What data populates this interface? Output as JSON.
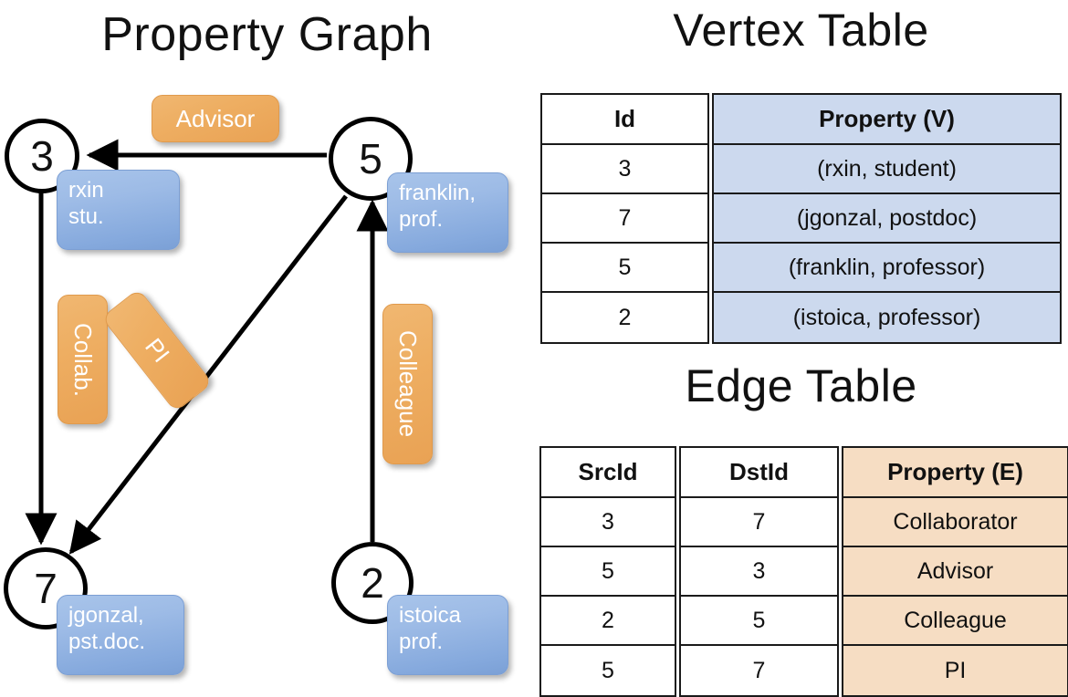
{
  "titles": {
    "property_graph": "Property Graph",
    "vertex_table": "Vertex Table",
    "edge_table": "Edge Table"
  },
  "graph": {
    "nodes": [
      {
        "id": "3",
        "property_label": "rxin\nstu."
      },
      {
        "id": "5",
        "property_label": "franklin,\nprof."
      },
      {
        "id": "7",
        "property_label": "jgonzal,\npst.doc."
      },
      {
        "id": "2",
        "property_label": "istoica\nprof."
      }
    ],
    "node_labels": {
      "n3": "3",
      "n5": "5",
      "n7": "7",
      "n2": "2"
    },
    "property_boxes": {
      "rxin_line1": "rxin",
      "rxin_line2": "stu.",
      "franklin_line1": "franklin,",
      "franklin_line2": "prof.",
      "jgonzal_line1": "jgonzal,",
      "jgonzal_line2": "pst.doc.",
      "istoica_line1": "istoica",
      "istoica_line2": "prof."
    },
    "edge_labels": {
      "advisor": "Advisor",
      "collab": "Collab.",
      "pi": "PI",
      "colleague": "Colleague"
    },
    "edges": [
      {
        "from": "5",
        "to": "3",
        "label": "Advisor"
      },
      {
        "from": "3",
        "to": "7",
        "label": "Collab."
      },
      {
        "from": "5",
        "to": "7",
        "label": "PI"
      },
      {
        "from": "2",
        "to": "5",
        "label": "Colleague"
      }
    ]
  },
  "vertex_table": {
    "headers": [
      "Id",
      "Property (V)"
    ],
    "rows": [
      {
        "id": "3",
        "property": "(rxin, student)"
      },
      {
        "id": "7",
        "property": "(jgonzal, postdoc)"
      },
      {
        "id": "5",
        "property": "(franklin, professor)"
      },
      {
        "id": "2",
        "property": "(istoica, professor)"
      }
    ]
  },
  "edge_table": {
    "headers": [
      "SrcId",
      "DstId",
      "Property (E)"
    ],
    "rows": [
      {
        "src": "3",
        "dst": "7",
        "property": "Collaborator"
      },
      {
        "src": "5",
        "dst": "3",
        "property": "Advisor"
      },
      {
        "src": "2",
        "dst": "5",
        "property": "Colleague"
      },
      {
        "src": "5",
        "dst": "7",
        "property": "PI"
      }
    ]
  },
  "colors": {
    "vertex_property_fill": "#ccd9ee",
    "edge_property_fill": "#f6ddc3",
    "node_box_blue": "#91b0e2",
    "edge_label_orange": "#eeae62",
    "stroke": "#000000"
  }
}
